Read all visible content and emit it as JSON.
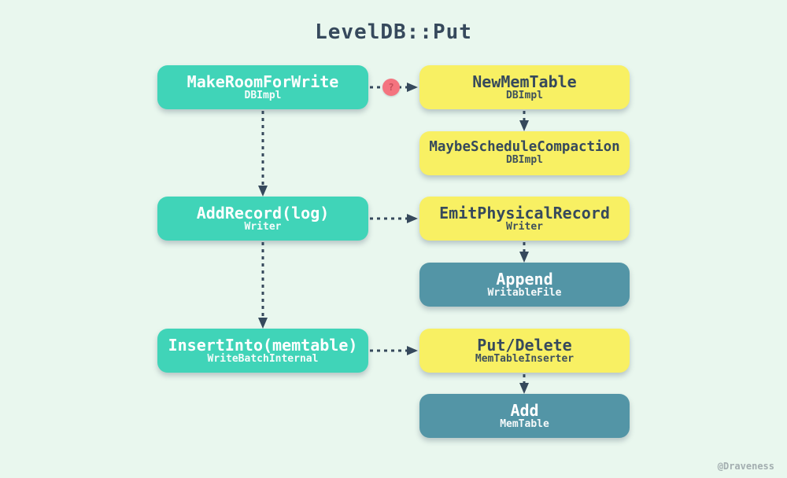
{
  "diagram": {
    "title": "LevelDB::Put",
    "watermark": "@Draveness",
    "question_badge": "?",
    "nodes": {
      "make_room_for_write": {
        "title": "MakeRoomForWrite",
        "subtitle": "DBImpl"
      },
      "new_mem_table": {
        "title": "NewMemTable",
        "subtitle": "DBImpl"
      },
      "maybe_schedule_compaction": {
        "title": "MaybeScheduleCompaction",
        "subtitle": "DBImpl"
      },
      "add_record": {
        "title": "AddRecord(log)",
        "subtitle": "Writer"
      },
      "emit_physical_record": {
        "title": "EmitPhysicalRecord",
        "subtitle": "Writer"
      },
      "append": {
        "title": "Append",
        "subtitle": "WritableFile"
      },
      "insert_into": {
        "title": "InsertInto(memtable)",
        "subtitle": "WriteBatchInternal"
      },
      "put_delete": {
        "title": "Put/Delete",
        "subtitle": "MemTableInserter"
      },
      "add": {
        "title": "Add",
        "subtitle": "MemTable"
      }
    }
  },
  "colors": {
    "background": "#e9f7ee",
    "teal": "#40d4b8",
    "yellow": "#f8f063",
    "steel": "#5395a6",
    "ink": "#36495c",
    "pink": "#f4747f",
    "pink_glyph": "#c54f5b",
    "watermark": "#a3aeb0"
  }
}
